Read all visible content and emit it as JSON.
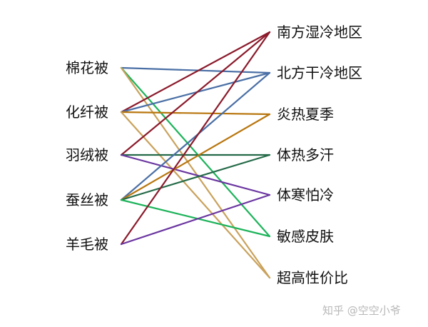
{
  "left_items": [
    {
      "id": "mianhua",
      "label": "棉花被"
    },
    {
      "id": "huaxian",
      "label": "化纤被"
    },
    {
      "id": "yurong",
      "label": "羽绒被"
    },
    {
      "id": "cansi",
      "label": "蚕丝被"
    },
    {
      "id": "yangmao",
      "label": "羊毛被"
    }
  ],
  "right_items": [
    {
      "id": "nanfang",
      "label": "南方湿冷地区"
    },
    {
      "id": "beifang",
      "label": "北方干冷地区"
    },
    {
      "id": "yanre",
      "label": "炎热夏季"
    },
    {
      "id": "tire",
      "label": "体热多汗"
    },
    {
      "id": "tihan",
      "label": "体寒怕冷"
    },
    {
      "id": "mingan",
      "label": "敏感皮肤"
    },
    {
      "id": "chaogao",
      "label": "超高性价比"
    }
  ],
  "connections": [
    {
      "from": 0,
      "to": 1,
      "color": "#4a6fa5"
    },
    {
      "from": 0,
      "to": 5,
      "color": "#1db35a"
    },
    {
      "from": 0,
      "to": 6,
      "color": "#c9a25c"
    },
    {
      "from": 1,
      "to": 0,
      "color": "#8b1a2b"
    },
    {
      "from": 1,
      "to": 1,
      "color": "#4a6fa5"
    },
    {
      "from": 1,
      "to": 2,
      "color": "#b8760e"
    },
    {
      "from": 1,
      "to": 6,
      "color": "#c9a25c"
    },
    {
      "from": 2,
      "to": 0,
      "color": "#8b1a2b"
    },
    {
      "from": 2,
      "to": 3,
      "color": "#246a48"
    },
    {
      "from": 2,
      "to": 4,
      "color": "#6a35a0"
    },
    {
      "from": 3,
      "to": 1,
      "color": "#4a6fa5"
    },
    {
      "from": 3,
      "to": 2,
      "color": "#b8760e"
    },
    {
      "from": 3,
      "to": 3,
      "color": "#246a48"
    },
    {
      "from": 3,
      "to": 5,
      "color": "#1db35a"
    },
    {
      "from": 4,
      "to": 0,
      "color": "#8b1a2b"
    },
    {
      "from": 4,
      "to": 4,
      "color": "#6a35a0"
    }
  ],
  "watermark": "知乎 @空空小爷"
}
